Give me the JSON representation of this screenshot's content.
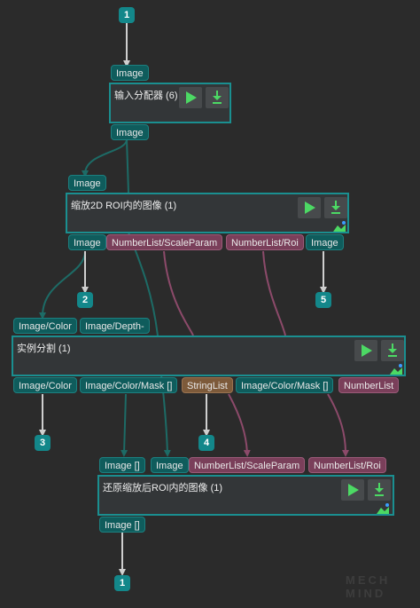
{
  "markers": {
    "m1_top": "1",
    "m2": "2",
    "m5": "5",
    "m3": "3",
    "m4": "4",
    "m1_bottom": "1"
  },
  "steps": {
    "input_splitter": {
      "title": "输入分配器 (6)",
      "in_ports": [
        "Image"
      ],
      "out_ports": [
        "Image"
      ]
    },
    "scale_2d_roi": {
      "title": "缩放2D ROI内的图像 (1)",
      "in_ports": [
        "Image"
      ],
      "out_ports": [
        "Image",
        "NumberList/ScaleParam",
        "NumberList/Roi",
        "Image"
      ]
    },
    "instance_segmentation": {
      "title": "实例分割 (1)",
      "in_ports": [
        "Image/Color",
        "Image/Depth-"
      ],
      "out_ports": [
        "Image/Color",
        "Image/Color/Mask []",
        "StringList",
        "Image/Color/Mask []",
        "NumberList"
      ]
    },
    "restore_scaled_roi": {
      "title": "还原缩放后ROI内的图像 (1)",
      "in_ports": [
        "Image []",
        "Image",
        "NumberList/ScaleParam",
        "NumberList/Roi"
      ],
      "out_ports": [
        "Image []"
      ]
    }
  },
  "colors": {
    "background": "#2b2b2b",
    "step_border": "#1a8f90",
    "port_teal": "#0f5c5c",
    "port_mauve": "#7a3f5a",
    "port_brown": "#7d5a3a",
    "wire_teal": "#1d6b66",
    "wire_mauve": "#8c4a6a",
    "arrow_gray": "#cfcfcf",
    "run_icon": "#4cd964",
    "marker": "#13878a"
  },
  "icons": [
    "play-icon",
    "download-icon",
    "image-icon"
  ],
  "watermark": "MECH MIND"
}
